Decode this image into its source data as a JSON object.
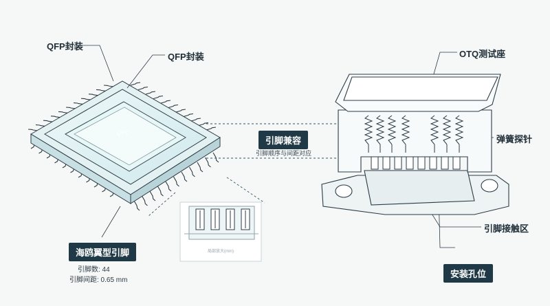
{
  "labels": {
    "qfp_left": "QFP封装",
    "qfp_top": "QFP封装",
    "otq_socket": "OTQ测试座",
    "spring_probe": "弹簧探针",
    "pin_compat": "引脚兼容",
    "pin_compat_note": "引脚顺序与间距对应",
    "gullwing": "海鸥翼型引脚",
    "pin_contact_area": "引脚接触区",
    "mount_hole": "安装孔位",
    "chip_mark": "QFC",
    "detail_caption": "局部放大(mm)"
  },
  "specs": {
    "pin_count": "引脚数: 44",
    "pin_pitch": "引脚间距: 0.65 mm"
  },
  "colors": {
    "accent": "#1f3a46",
    "chip_tint": "#d9f0f2",
    "line": "#2b3b44"
  }
}
